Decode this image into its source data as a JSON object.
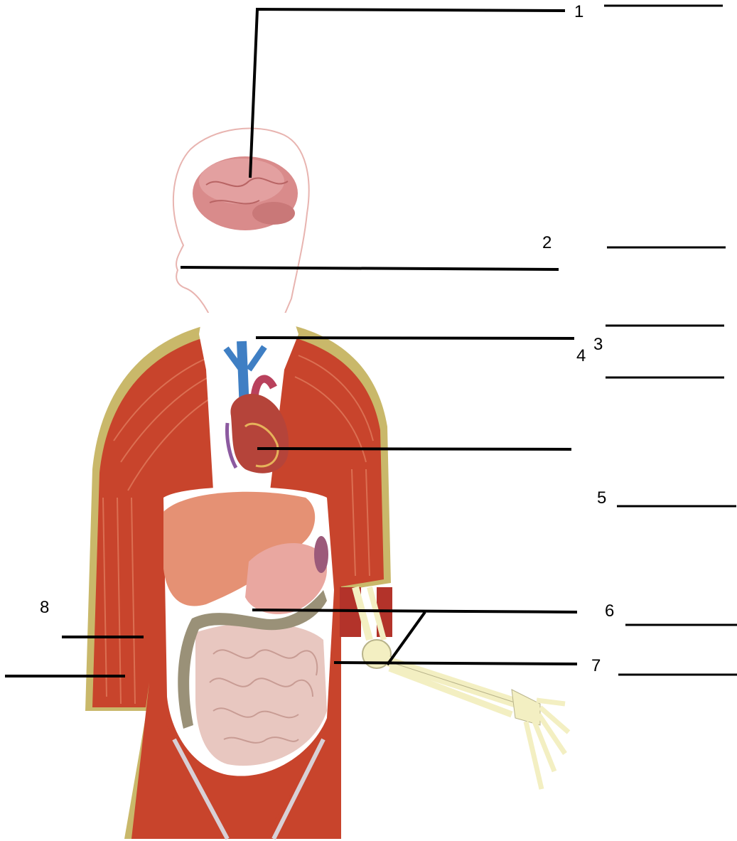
{
  "labels": {
    "n1": "1",
    "n2": "2",
    "n3": "3",
    "n4": "4",
    "n5": "5",
    "n6": "6",
    "n7": "7",
    "n8": "8"
  },
  "colors": {
    "leader_line": "#000000",
    "answer_line": "#000000",
    "muscle": "#c8442c",
    "fascia": "#c9b86a",
    "skin_outline": "#e8b4b0",
    "brain": "#d98b8b",
    "heart": "#b5443a",
    "vein": "#3f7fc4",
    "liver": "#e59174",
    "stomach": "#e9a7a0",
    "intestine": "#e8c7c0",
    "colon": "#9a9178",
    "bone": "#f3efc2"
  }
}
